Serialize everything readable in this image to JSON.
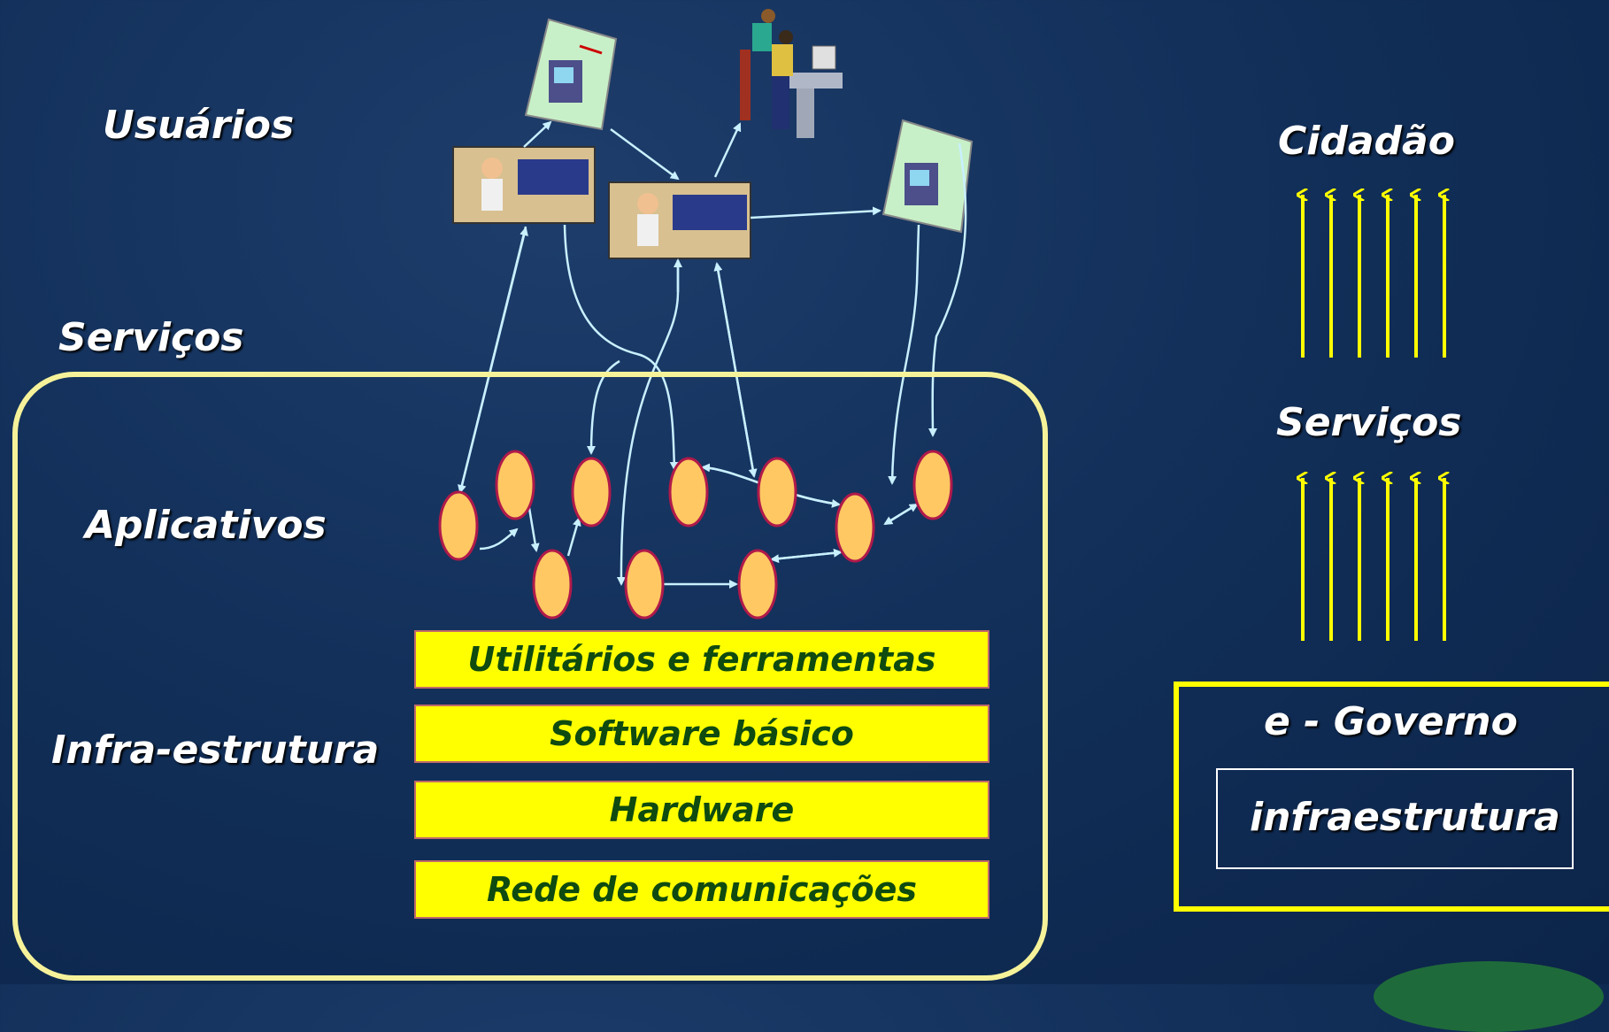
{
  "left_labels": {
    "usuarios": "Usuários",
    "servicos": "Serviços",
    "aplicativos": "Aplicativos",
    "infra": "Infra-estrutura"
  },
  "layers": [
    "Utilitários e ferramentas",
    "Software básico",
    "Hardware",
    "Rede de comunicações"
  ],
  "right_labels": {
    "cidadao": "Cidadão",
    "servicos": "Serviços",
    "egov": "e - Governo",
    "infraestrutura": "infraestrutura"
  },
  "colors": {
    "background": "#12305a",
    "box_border": "#f6f29a",
    "layer_fill": "#ffff00",
    "layer_text": "#0f4a10",
    "node_fill": "#ffc863",
    "node_stroke": "#b01a4a",
    "arrow_light": "#c8f0ff",
    "arrow_yellow": "#ffff00"
  }
}
